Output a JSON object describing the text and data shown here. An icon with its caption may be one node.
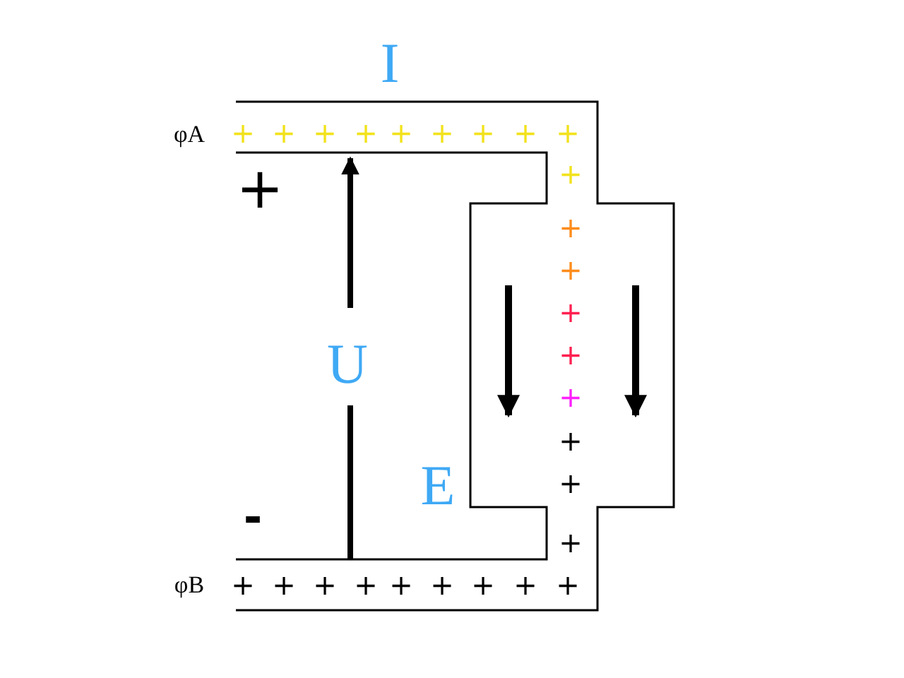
{
  "diagram": {
    "labels": [
      "I",
      "φA",
      "+",
      "+",
      "+",
      "+",
      "+",
      "+",
      "+",
      "+",
      "+",
      "+",
      "+",
      "+",
      "+",
      "+",
      "+",
      "+",
      "U",
      "+",
      "E",
      "+",
      "-",
      "+",
      "φB",
      "+",
      "+",
      "+",
      "+",
      "+",
      "+",
      "+",
      "+",
      "+"
    ]
  }
}
